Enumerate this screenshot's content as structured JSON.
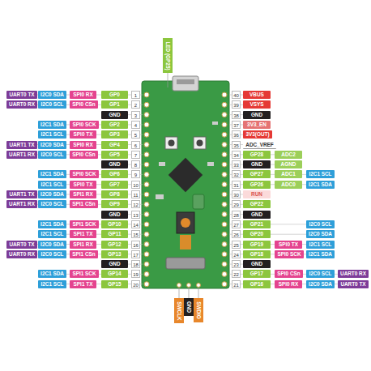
{
  "diagram": {
    "labels": [
      "LED (GP25)",
      "UART0 TX",
      "I2C0 SDA",
      "SPI0 RX",
      "GP0",
      "1",
      "UART0 RX",
      "I2C0 SCL",
      "SPI0 CSn",
      "GP1",
      "2",
      "GND",
      "3",
      "I2C1 SDA",
      "SPI0 SCK",
      "GP2",
      "4",
      "I2C1 SCL",
      "SPI0 TX",
      "GP3",
      "5",
      "UART1 TX",
      "I2C0 SDA",
      "SPI0 RX",
      "GP4",
      "6",
      "UART1 RX",
      "I2C0 SCL",
      "SPI0 CSn",
      "GP5",
      "7",
      "GND",
      "8",
      "I2C1 SDA",
      "SPI0 SCK",
      "GP6",
      "9",
      "I2C1 SCL",
      "SPI0 TX",
      "GP7",
      "10",
      "UART1 TX",
      "I2C0 SDA",
      "SPI1 RX",
      "GP8",
      "11",
      "UART1 RX",
      "I2C0 SCL",
      "SPI1 CSn",
      "GP9",
      "12",
      "GND",
      "13",
      "I2C1 SDA",
      "SPI1 SCK",
      "GP10",
      "14",
      "I2C1 SCL",
      "SPI1 TX",
      "GP11",
      "15",
      "UART0 TX",
      "I2C0 SDA",
      "SPI1 RX",
      "GP12",
      "16",
      "UART0 RX",
      "I2C0 SCL",
      "SPI1 CSn",
      "GP13",
      "17",
      "GND",
      "18",
      "I2C1 SDA",
      "SPI1 SCK",
      "GP14",
      "19",
      "I2C1 SCL",
      "SPI1 TX",
      "GP15",
      "20",
      "40",
      "VBUS",
      "39",
      "VSYS",
      "38",
      "GND",
      "37",
      "3V3_EN",
      "36",
      "3V3(OUT)",
      "35",
      "ADC_VREF",
      "34",
      "GP28",
      "ADC2",
      "33",
      "GND",
      "AGND",
      "32",
      "GP27",
      "ADC1",
      "I2C1 SCL",
      "31",
      "GP26",
      "ADC0",
      "I2C1 SDA",
      "30",
      "RUN",
      "29",
      "GP22",
      "28",
      "GND",
      "27",
      "GP21",
      "I2C0 SCL",
      "26",
      "GP20",
      "I2C0 SDA",
      "25",
      "GP19",
      "SPI0 TX",
      "I2C1 SCL",
      "24",
      "GP18",
      "SPI0 SCK",
      "I2C1 SDA",
      "23",
      "GND",
      "22",
      "GP17",
      "SPI0 CSn",
      "I2C0 SCL",
      "UART0 RX",
      "21",
      "GP16",
      "SPI0 RX",
      "I2C0 SDA",
      "UART0 TX",
      "SWCLK",
      "GND",
      "SWDIO"
    ]
  }
}
